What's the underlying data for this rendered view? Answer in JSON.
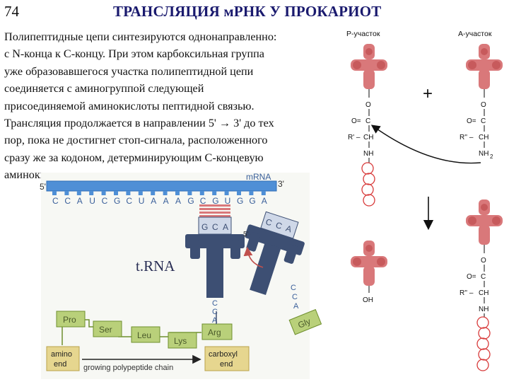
{
  "slide": {
    "number": "74",
    "title": "ТРАНСЛЯЦИЯ мРНК У ПРОКАРИОТ",
    "body_lines": [
      "Полипептидные цепи синтезируются однонаправленно:",
      "с N-конца к С-концу. При этом карбоксильная группа",
      "уже образовавшегося участка полипептидной цепи",
      "соединяется с аминогруппой следующей",
      "присоединяемой аминокислоты  пептидной связью.",
      "Трансляция продолжается в направлении 5' → 3' до тех",
      "пор, пока не достигнет стоп-сигнала, расположенного",
      "сразу же за кодоном, детерминирующим С-концевую",
      "аминокислоту"
    ]
  },
  "translation_figure": {
    "mrna_label": "mRNA",
    "five_prime": "5'",
    "three_prime": "3'",
    "mrna_bases": [
      "C",
      "C",
      "A",
      "U",
      "C",
      "G",
      "C",
      "U",
      "A",
      "A",
      "A",
      "G",
      "C",
      "G",
      "U",
      "G",
      "G",
      "A"
    ],
    "trna_label": "t.RNA",
    "anticodon_left": [
      "G",
      "C",
      "A"
    ],
    "anticodon_right": [
      "C",
      "C",
      "A"
    ],
    "anticodon_right_five": "5'",
    "cca_left": [
      "C",
      "C",
      "A"
    ],
    "cca_right": [
      "C",
      "C",
      "A"
    ],
    "amino_acids": [
      "Pro",
      "Ser",
      "Leu",
      "Lys",
      "Arg"
    ],
    "incoming_amino_acid": "Gly",
    "amino_end": [
      "amino",
      "end"
    ],
    "carboxyl_end": [
      "carboxyl",
      "end"
    ],
    "growing_chain": "growing polypeptide chain",
    "colors": {
      "mrna": "#4f8fd6",
      "trna": "#3d4f73",
      "aa_box": "#b9d07a",
      "aa_border": "#6f8f2e",
      "arrow": "#c0504d"
    }
  },
  "chemistry_figure": {
    "p_site": "Р-участок",
    "a_site": "А-участок",
    "plus": "+",
    "atom_o": "O",
    "atom_c": "C",
    "atom_ch": "CH",
    "atom_nh": "NH",
    "atom_nh2": "NH",
    "subscript_2": "2",
    "atom_oh": "OH",
    "r_prime": "R' –",
    "r_double_prime": "R'' –",
    "o_equals": "O=",
    "colors": {
      "trna": "#d9787a",
      "chain_circle": "#d83a3a"
    }
  }
}
